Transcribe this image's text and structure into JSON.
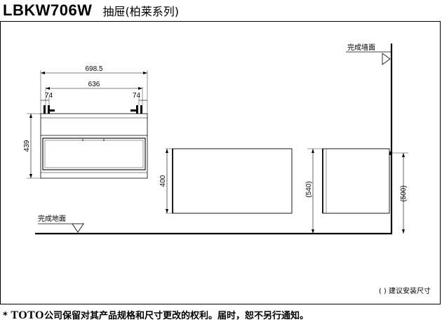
{
  "header": {
    "model": "LBKW706W",
    "name": "抽屉(柏莱系列)"
  },
  "labels": {
    "wall": "完成墙面",
    "floor": "完成地面"
  },
  "dimensions": {
    "total_width": "698.5",
    "inner_width": "636",
    "offset_left": "74",
    "offset_right": "74",
    "height": "439",
    "side_height": "400",
    "mount_height": "(540)",
    "floor_to_base": "(500)"
  },
  "note": "( ) 建议安装尺寸",
  "footer": {
    "asterisk": "*",
    "brand": "TOTO",
    "text": "公司保留对其产品规格和尺寸更改的权利。届时，恕不另行通知。"
  }
}
